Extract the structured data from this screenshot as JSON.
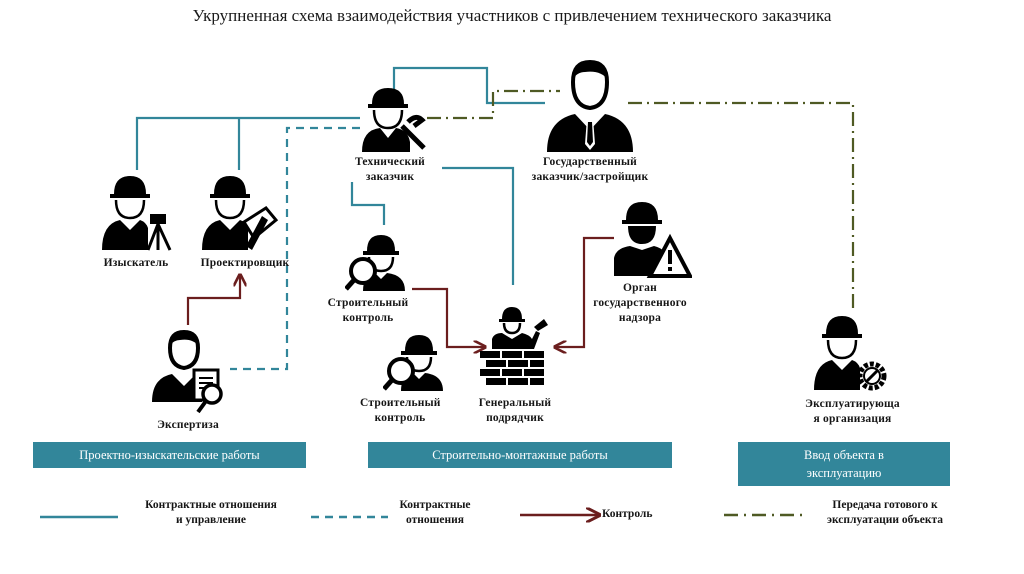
{
  "title": "Укрупненная схема взаимодействия участников с привлечением технического заказчика",
  "colors": {
    "contract_management": "#32869a",
    "contract": "#32869a",
    "control": "#6b1e1e",
    "handover": "#4f5a24",
    "phase_bg": "#32869a"
  },
  "participants": {
    "technical_customer": {
      "label_1": "Технический",
      "label_2": "заказчик",
      "icon": "worker-with-tools-icon"
    },
    "state_customer": {
      "label_1": "Государственный",
      "label_2": "заказчик/застройщик",
      "icon": "businessman-icon"
    },
    "surveyor": {
      "label": "Изыскатель",
      "icon": "worker-with-theodolite-icon"
    },
    "designer": {
      "label": "Проектировщик",
      "icon": "worker-with-ruler-pencil-icon"
    },
    "construction_control_1": {
      "label_1": "Строительный",
      "label_2": "контроль",
      "icon": "worker-with-magnifier-icon"
    },
    "construction_control_2": {
      "label_1": "Строительный",
      "label_2": "контроль",
      "icon": "worker-with-magnifier-icon"
    },
    "state_supervision": {
      "label_1": "Орган",
      "label_2": "государственного",
      "label_3": "надзора",
      "icon": "worker-with-warning-icon"
    },
    "general_contractor": {
      "label_1": "Генеральный",
      "label_2": "подрядчик",
      "icon": "worker-behind-brick-wall-icon"
    },
    "expertise": {
      "label": "Экспертиза",
      "icon": "businessman-with-document-icon"
    },
    "operating_org": {
      "label_1": "Эксплуатирующа",
      "label_2": "я организация",
      "icon": "worker-with-gear-icon"
    }
  },
  "phases": [
    {
      "label": "Проектно-изыскательские работы"
    },
    {
      "label": "Строительно-монтажные работы"
    },
    {
      "label_1": "Ввод объекта в",
      "label_2": "эксплуатацию"
    }
  ],
  "legend": [
    {
      "line": "solid",
      "label_1": "Контрактные отношения",
      "label_2": "и управление"
    },
    {
      "line": "dashed",
      "label_1": "Контрактные",
      "label_2": "отношения"
    },
    {
      "line": "arrow",
      "label_1": "Контроль"
    },
    {
      "line": "dash-dot",
      "label_1": "Передача готового к",
      "label_2": "эксплуатации объекта"
    }
  ]
}
